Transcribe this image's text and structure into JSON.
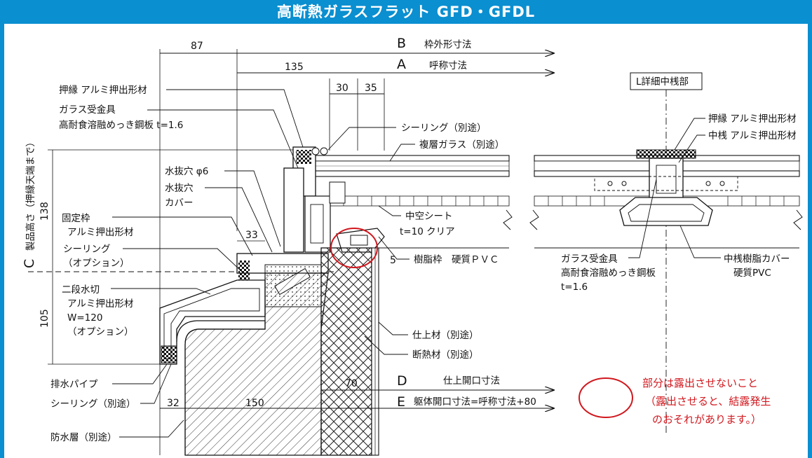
{
  "title": "高断熱ガラスフラット GFD・GFDL",
  "colors": {
    "title_bg": "#0a8fd0",
    "note_red": "#d0181e",
    "ink": "#111111"
  },
  "dims": {
    "d87": "87",
    "d135": "135",
    "d30": "30",
    "d35": "35",
    "d33": "33",
    "d5": "5",
    "d138": "138",
    "d105": "105",
    "d70": "70",
    "d32": "32",
    "d150": "150",
    "letter_b": "B",
    "b_text": "枠外形寸法",
    "letter_a": "A",
    "a_text": "呼称寸法",
    "letter_d": "D",
    "d_text": "仕上開口寸法",
    "letter_e": "E",
    "e_text": "躯体開口寸法=呼称寸法+80",
    "letter_c": "C",
    "c_text": "製品高さ（押縁天端まで）"
  },
  "labels": {
    "oshibuchi": "押縁 アルミ押出形材",
    "glass_uke_1": "ガラス受金具",
    "glass_uke_2": "高耐食溶融めっき鋼板 t=1.6",
    "mizunuki": "水抜穴 φ6",
    "mizunuki_cover_1": "水抜穴",
    "mizunuki_cover_2": "カバー",
    "kotei_1": "固定枠",
    "kotei_2": "アルミ押出形材",
    "sealing_opt_1": "シーリング",
    "sealing_opt_2": "（オプション）",
    "nidan_1": "二段水切",
    "nidan_2": "アルミ押出形材",
    "nidan_3": "W=120",
    "nidan_4": "（オプション）",
    "haisui": "排水パイプ",
    "sealing_betto": "シーリング（別途）",
    "bousui": "防水層（別途）",
    "sealing_top": "シーリング（別途）",
    "fukuso": "複層ガラス（別途）",
    "chuku_1": "中空シート",
    "chuku_2": "t=10 クリア",
    "jushi_waku": "樹脂枠　硬質ＰＶＣ",
    "shiage": "仕上材（別途）",
    "dannetsu": "断熱材（別途）"
  },
  "detail": {
    "title": "L詳細中桟部",
    "oshibuchi": "押縁 アルミ押出形材",
    "nakasan": "中桟 アルミ押出形材",
    "glass_uke_1": "ガラス受金具",
    "glass_uke_2": "高耐食溶融めっき鋼板",
    "glass_uke_3": "t=1.6",
    "cover_1": "中桟樹脂カバー",
    "cover_2": "硬質PVC"
  },
  "note": {
    "line1": "部分は露出させないこと",
    "line2": "（露出させると、結露発生",
    "line3": "のおそれがあります。）"
  }
}
